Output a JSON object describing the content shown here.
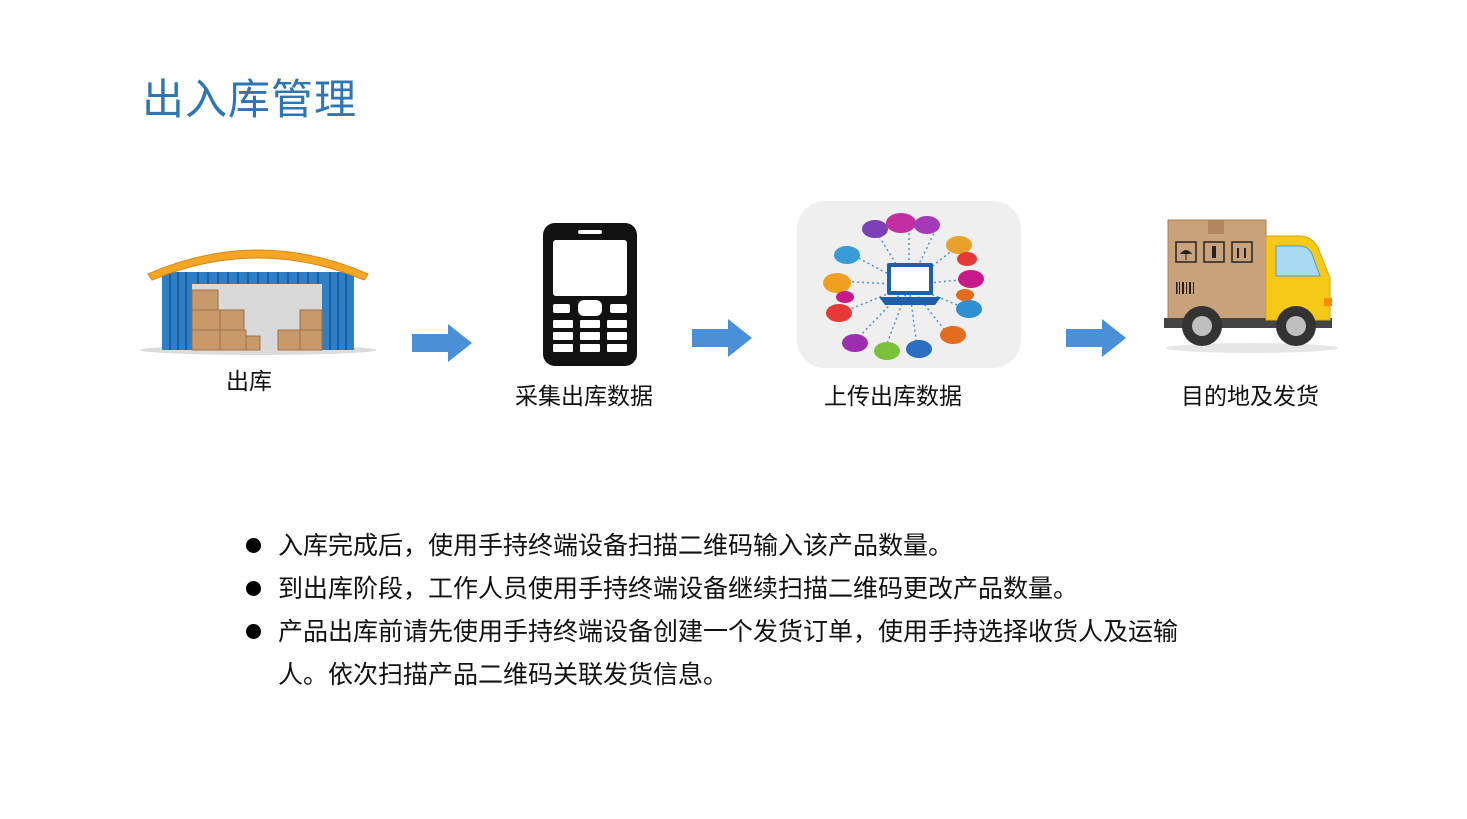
{
  "page": {
    "title": "出入库管理",
    "title_color": "#2e75b6"
  },
  "flow": [
    {
      "label": "出库",
      "icon": "warehouse-icon"
    },
    {
      "label": "采集出库数据",
      "icon": "mobile-phone-icon"
    },
    {
      "label": "上传出库数据",
      "icon": "cloud-network-laptop-icon"
    },
    {
      "label": "目的地及发货",
      "icon": "delivery-truck-icon"
    }
  ],
  "arrow_icon": "right-arrow-icon",
  "arrow_color": "#4a90d9",
  "bullets": [
    "入库完成后，使用手持终端设备扫描二维码输入该产品数量。",
    "到出库阶段，工作人员使用手持终端设备继续扫描二维码更改产品数量。",
    "产品出库前请先使用手持终端设备创建一个发货订单，使用手持选择收货人及运输人。依次扫描产品二维码关联发货信息。"
  ]
}
